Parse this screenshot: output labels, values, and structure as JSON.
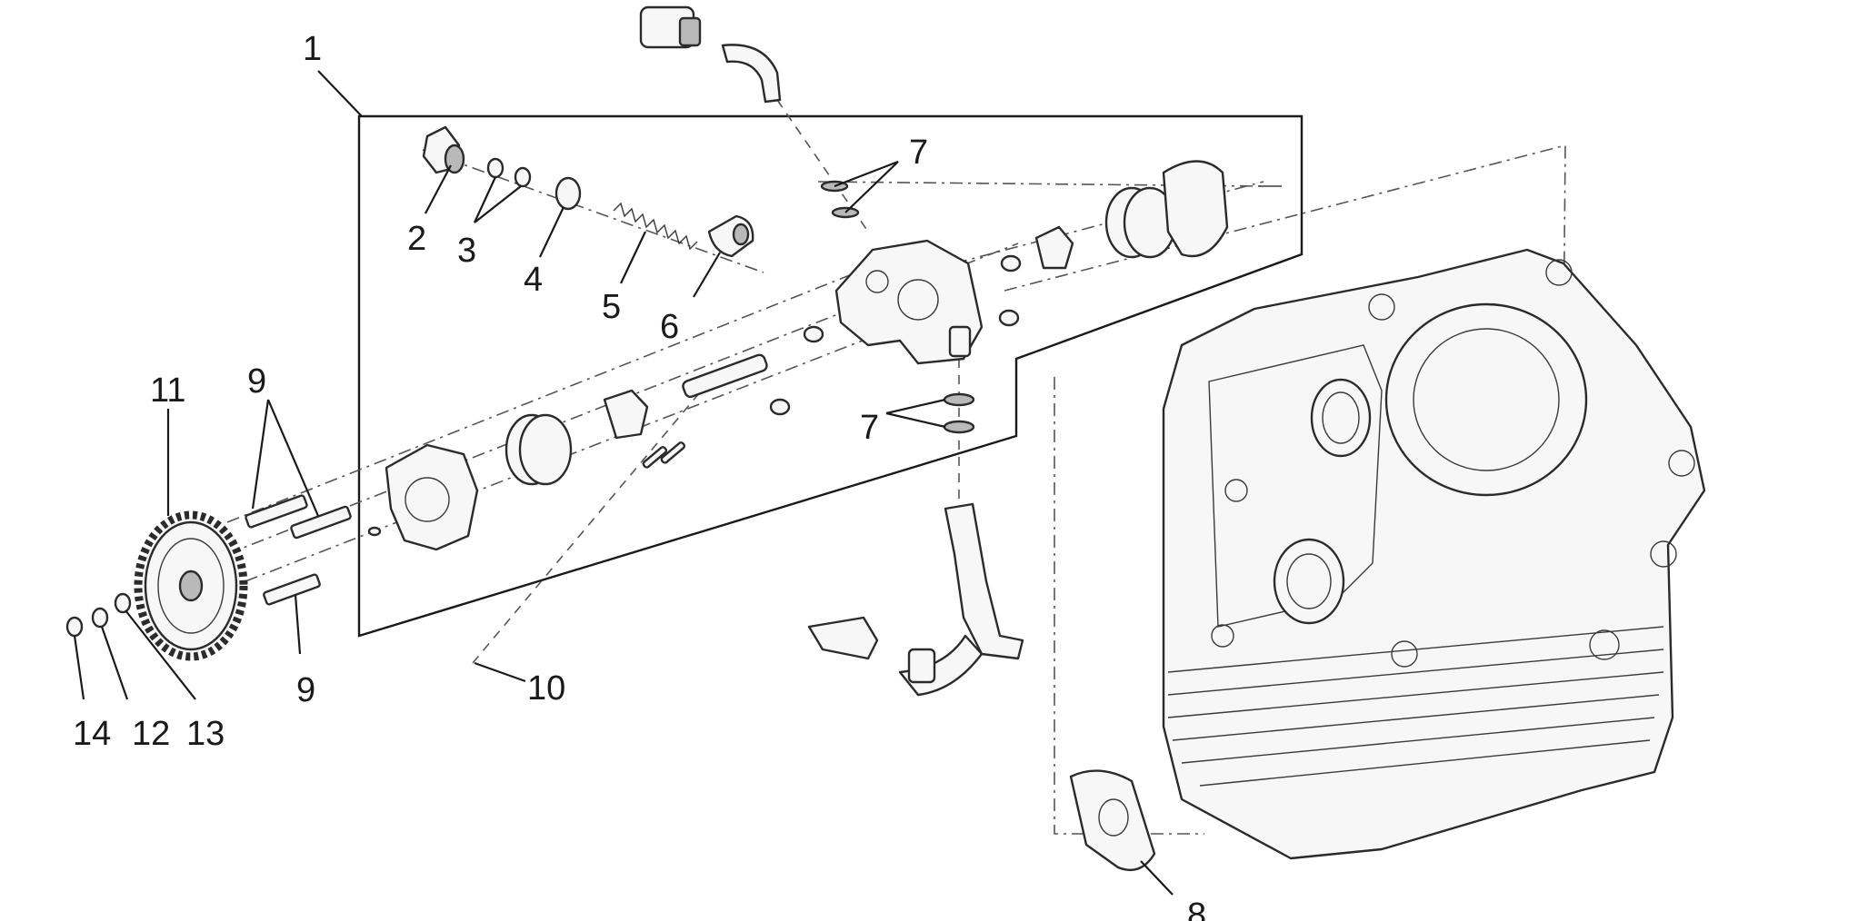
{
  "callouts": {
    "c1": "1",
    "c2": "2",
    "c3": "3",
    "c4": "4",
    "c5": "5",
    "c6": "6",
    "c7a": "7",
    "c7b": "7",
    "c8": "8",
    "c9a": "9",
    "c9b": "9",
    "c10": "10",
    "c11": "11",
    "c12": "12",
    "c13": "13",
    "c14": "14"
  }
}
